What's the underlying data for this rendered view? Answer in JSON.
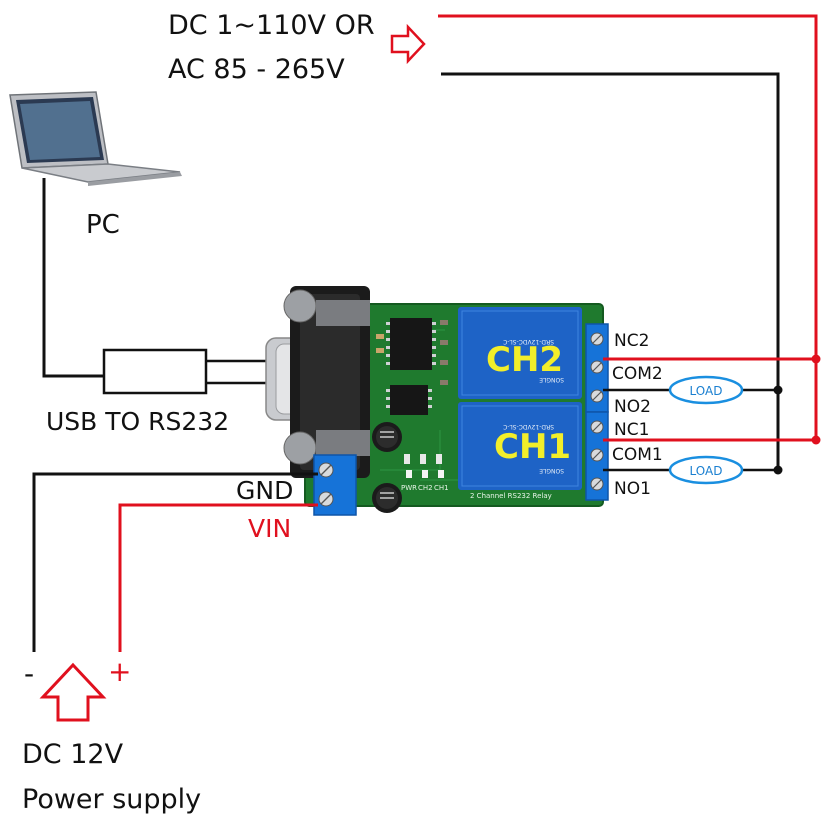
{
  "input_label": {
    "line1": "DC 1~110V OR",
    "line2": "AC 85 - 265V"
  },
  "pc": {
    "label": "PC"
  },
  "usb": {
    "label": "USB TO RS232"
  },
  "board": {
    "silkscreen": "2 Channel RS232 Relay",
    "relay_model": "SRD-12VDC-SL-C",
    "relay_brand": "SONGLE",
    "channels": [
      "CH2",
      "CH1"
    ],
    "leds": [
      "PWR",
      "CH2",
      "CH1"
    ]
  },
  "terminals": {
    "right": [
      "NC2",
      "COM2",
      "NO2",
      "NC1",
      "COM1",
      "NO1"
    ],
    "power": [
      "GND",
      "VIN"
    ]
  },
  "loads": [
    "LOAD",
    "LOAD"
  ],
  "power_supply": {
    "minus": "-",
    "plus": "+",
    "line1": "DC 12V",
    "line2": "Power supply"
  },
  "colors": {
    "live_wire": "#e0101e",
    "neutral_wire": "#111111",
    "board_green": "#1f7a2e",
    "relay_blue": "#1e63c6",
    "terminal_blue": "#1673d8",
    "load_outline": "#1a8fe0"
  }
}
